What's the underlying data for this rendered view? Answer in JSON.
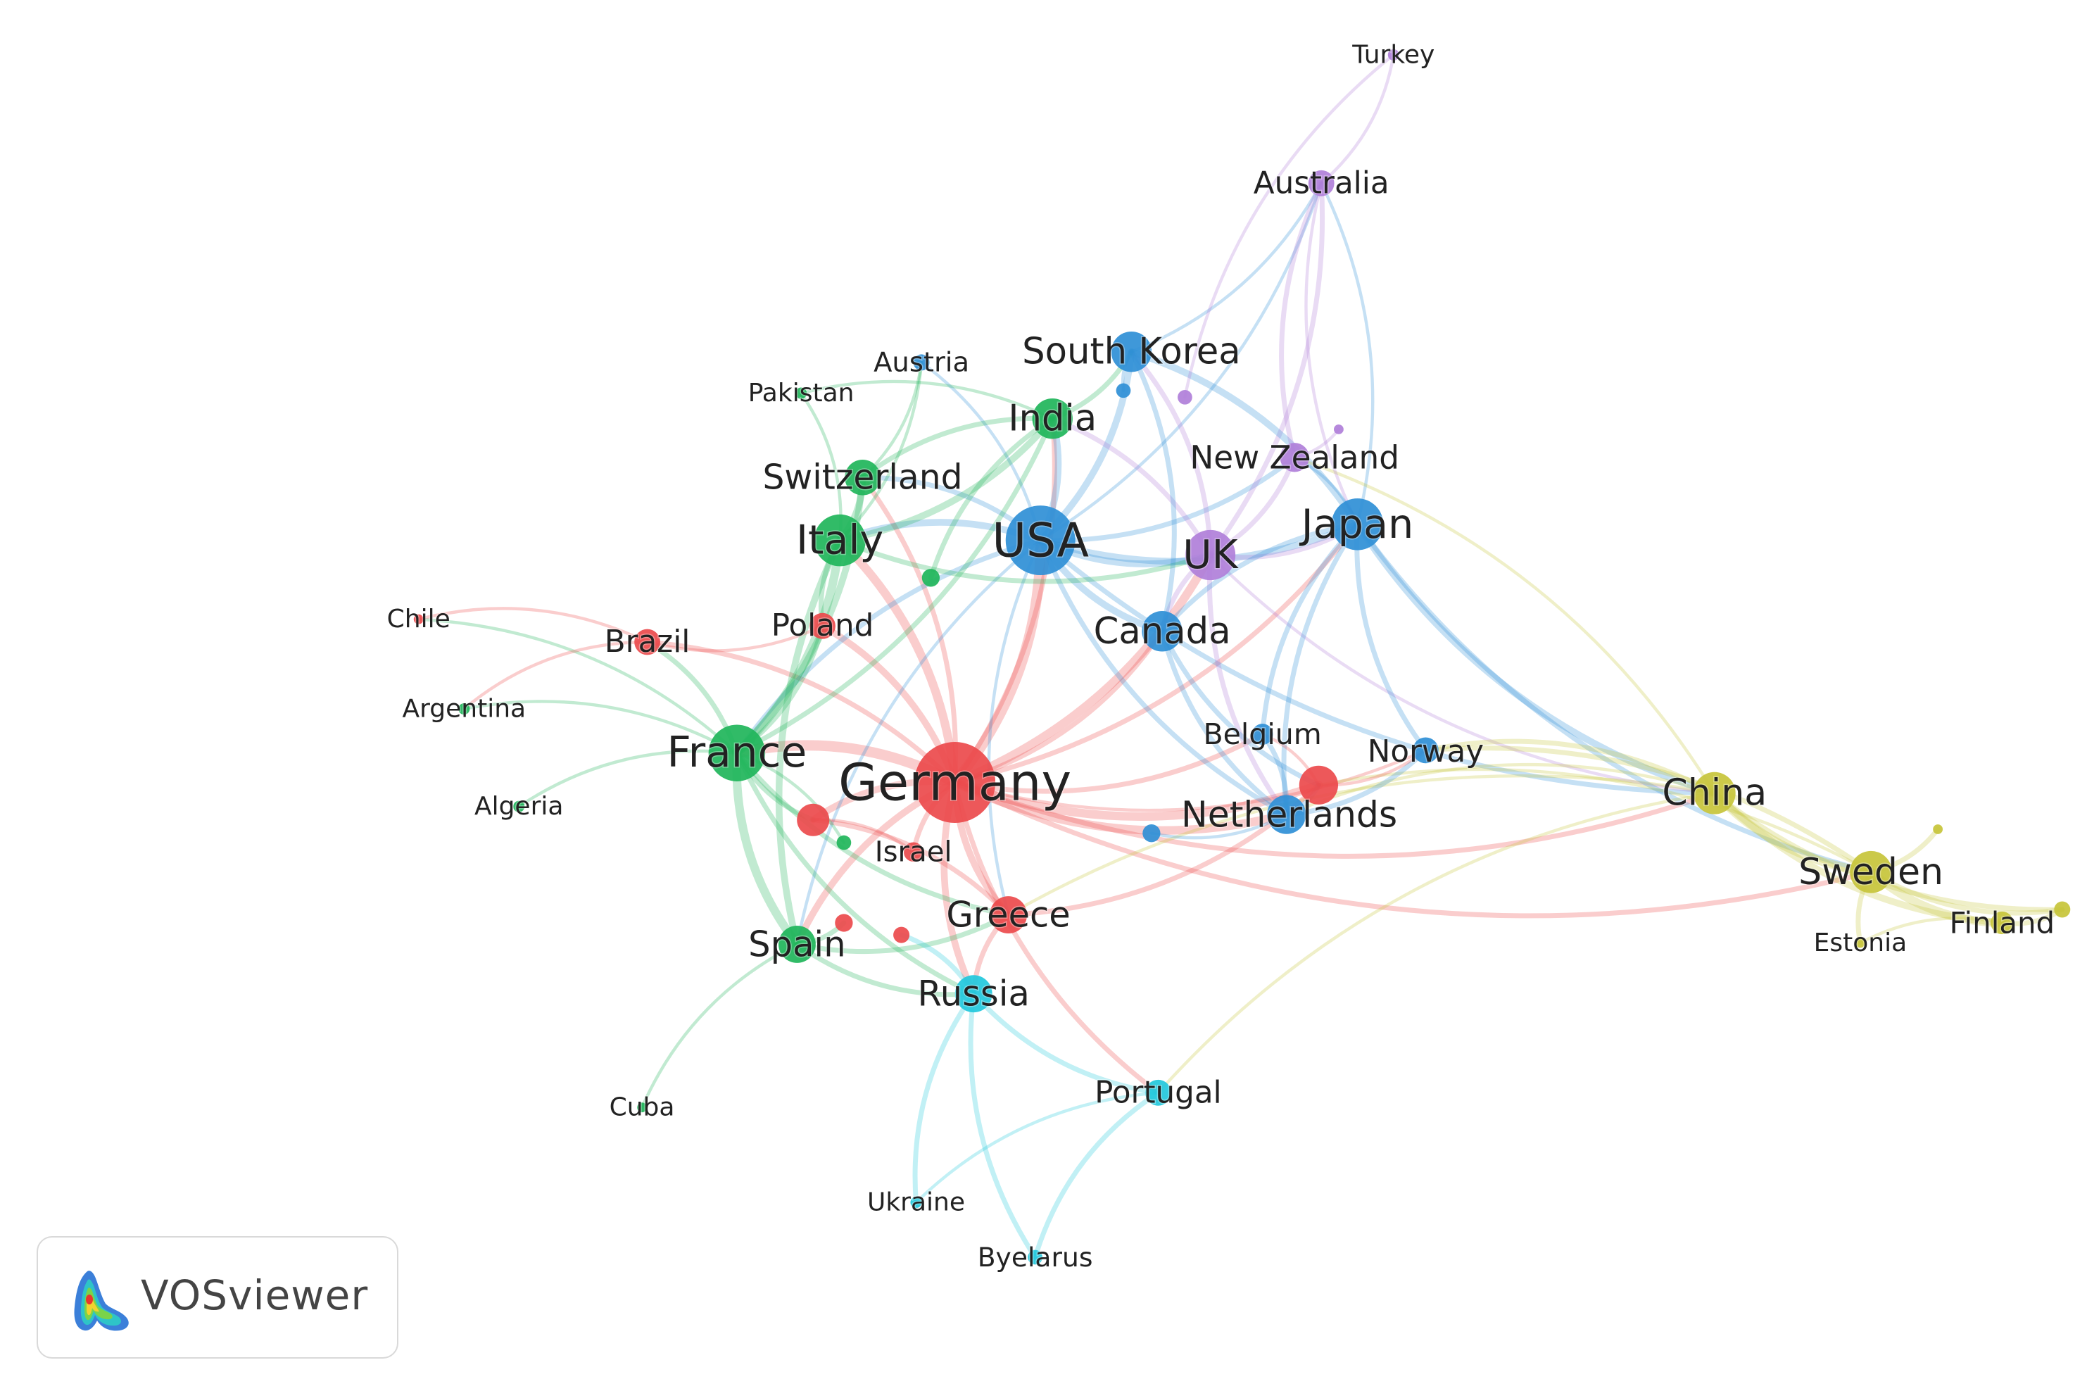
{
  "branding": {
    "label": "VOSviewer"
  },
  "colors": {
    "red": "#ec4a4c",
    "green": "#1fb55a",
    "blue": "#2f8fd6",
    "purple": "#b07fd9",
    "cyan": "#22c8dc",
    "yellow": "#c7c43a"
  },
  "nodes": [
    {
      "id": "germany",
      "label": "Germany",
      "cluster": "red",
      "size": 5
    },
    {
      "id": "usa",
      "label": "USA",
      "cluster": "blue",
      "size": 4.3
    },
    {
      "id": "france",
      "label": "France",
      "cluster": "green",
      "size": 3.5
    },
    {
      "id": "italy",
      "label": "Italy",
      "cluster": "green",
      "size": 3.2
    },
    {
      "id": "uk",
      "label": "UK",
      "cluster": "purple",
      "size": 3.1
    },
    {
      "id": "japan",
      "label": "Japan",
      "cluster": "blue",
      "size": 3.2
    },
    {
      "id": "china",
      "label": "China",
      "cluster": "yellow",
      "size": 2.6
    },
    {
      "id": "sweden",
      "label": "Sweden",
      "cluster": "yellow",
      "size": 2.6
    },
    {
      "id": "netherlands",
      "label": "Netherlands",
      "cluster": "blue",
      "size": 2.4
    },
    {
      "id": "canada",
      "label": "Canada",
      "cluster": "blue",
      "size": 2.5
    },
    {
      "id": "india",
      "label": "India",
      "cluster": "green",
      "size": 2.5
    },
    {
      "id": "south-korea",
      "label": "South Korea",
      "cluster": "blue",
      "size": 2.5
    },
    {
      "id": "switzerland",
      "label": "Switzerland",
      "cluster": "green",
      "size": 2.2
    },
    {
      "id": "spain",
      "label": "Spain",
      "cluster": "green",
      "size": 2.3
    },
    {
      "id": "greece",
      "label": "Greece",
      "cluster": "red",
      "size": 2.3
    },
    {
      "id": "russia",
      "label": "Russia",
      "cluster": "cyan",
      "size": 2.3
    },
    {
      "id": "portugal",
      "label": "Portugal",
      "cluster": "cyan",
      "size": 1.6
    },
    {
      "id": "poland",
      "label": "Poland",
      "cluster": "red",
      "size": 1.6
    },
    {
      "id": "brazil",
      "label": "Brazil",
      "cluster": "red",
      "size": 1.6
    },
    {
      "id": "new-zealand",
      "label": "New Zealand",
      "cluster": "purple",
      "size": 1.8
    },
    {
      "id": "australia",
      "label": "Australia",
      "cluster": "purple",
      "size": 1.6
    },
    {
      "id": "belgium",
      "label": "Belgium",
      "cluster": "blue",
      "size": 1.3
    },
    {
      "id": "norway",
      "label": "Norway",
      "cluster": "blue",
      "size": 1.6
    },
    {
      "id": "israel",
      "label": "Israel",
      "cluster": "red",
      "size": 1.2
    },
    {
      "id": "finland",
      "label": "Finland",
      "cluster": "yellow",
      "size": 1.4
    },
    {
      "id": "estonia",
      "label": "Estonia",
      "cluster": "yellow",
      "size": 0.6
    },
    {
      "id": "austria",
      "label": "Austria",
      "cluster": "blue",
      "size": 1.0
    },
    {
      "id": "pakistan",
      "label": "Pakistan",
      "cluster": "green",
      "size": 0.7
    },
    {
      "id": "chile",
      "label": "Chile",
      "cluster": "red",
      "size": 0.6
    },
    {
      "id": "argentina",
      "label": "Argentina",
      "cluster": "green",
      "size": 0.7
    },
    {
      "id": "algeria",
      "label": "Algeria",
      "cluster": "green",
      "size": 0.7
    },
    {
      "id": "cuba",
      "label": "Cuba",
      "cluster": "green",
      "size": 0.6
    },
    {
      "id": "ukraine",
      "label": "Ukraine",
      "cluster": "cyan",
      "size": 0.7
    },
    {
      "id": "byelarus",
      "label": "Byelarus",
      "cluster": "cyan",
      "size": 0.9
    },
    {
      "id": "turkey",
      "label": "Turkey",
      "cluster": "purple",
      "size": 0.7
    },
    {
      "id": "red-unlabeled-1",
      "label": "",
      "cluster": "red",
      "size": 2.4
    },
    {
      "id": "red-unlabeled-2",
      "label": "",
      "cluster": "red",
      "size": 2.0
    },
    {
      "id": "red-unlabeled-3",
      "label": "",
      "cluster": "red",
      "size": 1.1
    },
    {
      "id": "red-unlabeled-4",
      "label": "",
      "cluster": "red",
      "size": 1.0
    },
    {
      "id": "green-unlabeled-1",
      "label": "",
      "cluster": "green",
      "size": 1.1
    },
    {
      "id": "green-unlabeled-2",
      "label": "",
      "cluster": "green",
      "size": 0.9
    },
    {
      "id": "blue-unlabeled-1",
      "label": "",
      "cluster": "blue",
      "size": 1.1
    },
    {
      "id": "blue-unlabeled-2",
      "label": "",
      "cluster": "blue",
      "size": 0.9
    },
    {
      "id": "purple-unlabeled-1",
      "label": "",
      "cluster": "purple",
      "size": 0.9
    },
    {
      "id": "purple-unlabeled-2",
      "label": "",
      "cluster": "purple",
      "size": 0.6
    },
    {
      "id": "yellow-unlabeled-1",
      "label": "",
      "cluster": "yellow",
      "size": 0.6
    },
    {
      "id": "yellow-unlabeled-2",
      "label": "",
      "cluster": "yellow",
      "size": 1.0
    }
  ],
  "links": [
    [
      "germany",
      "usa",
      5
    ],
    [
      "germany",
      "france",
      5
    ],
    [
      "germany",
      "italy",
      4
    ],
    [
      "germany",
      "uk",
      4
    ],
    [
      "germany",
      "netherlands",
      4
    ],
    [
      "germany",
      "red-unlabeled-1",
      4
    ],
    [
      "germany",
      "spain",
      3
    ],
    [
      "germany",
      "greece",
      3
    ],
    [
      "germany",
      "russia",
      3
    ],
    [
      "germany",
      "poland",
      3
    ],
    [
      "germany",
      "china",
      2
    ],
    [
      "germany",
      "sweden",
      2
    ],
    [
      "germany",
      "japan",
      2
    ],
    [
      "germany",
      "canada",
      2
    ],
    [
      "germany",
      "switzerland",
      2
    ],
    [
      "germany",
      "india",
      2
    ],
    [
      "germany",
      "portugal",
      2
    ],
    [
      "germany",
      "brazil",
      2
    ],
    [
      "germany",
      "belgium",
      2
    ],
    [
      "germany",
      "israel",
      2
    ],
    [
      "germany",
      "red-unlabeled-2",
      3
    ],
    [
      "germany",
      "norway",
      1
    ],
    [
      "usa",
      "uk",
      3
    ],
    [
      "usa",
      "japan",
      3
    ],
    [
      "usa",
      "south-korea",
      3
    ],
    [
      "usa",
      "canada",
      3
    ],
    [
      "usa",
      "india",
      3
    ],
    [
      "usa",
      "italy",
      3
    ],
    [
      "usa",
      "france",
      2
    ],
    [
      "usa",
      "china",
      2
    ],
    [
      "usa",
      "netherlands",
      2
    ],
    [
      "usa",
      "switzerland",
      2
    ],
    [
      "usa",
      "new-zealand",
      2
    ],
    [
      "usa",
      "australia",
      1
    ],
    [
      "usa",
      "spain",
      1
    ],
    [
      "usa",
      "greece",
      1
    ],
    [
      "usa",
      "austria",
      1
    ],
    [
      "france",
      "italy",
      4
    ],
    [
      "france",
      "spain",
      4
    ],
    [
      "france",
      "switzerland",
      3
    ],
    [
      "france",
      "india",
      2
    ],
    [
      "france",
      "brazil",
      2
    ],
    [
      "france",
      "algeria",
      1
    ],
    [
      "france",
      "argentina",
      1
    ],
    [
      "france",
      "poland",
      2
    ],
    [
      "france",
      "red-unlabeled-2",
      2
    ],
    [
      "france",
      "greece",
      2
    ],
    [
      "france",
      "russia",
      2
    ],
    [
      "france",
      "chile",
      1
    ],
    [
      "italy",
      "spain",
      3
    ],
    [
      "italy",
      "switzerland",
      3
    ],
    [
      "italy",
      "india",
      3
    ],
    [
      "italy",
      "poland",
      2
    ],
    [
      "italy",
      "uk",
      2
    ],
    [
      "italy",
      "pakistan",
      1
    ],
    [
      "italy",
      "austria",
      1
    ],
    [
      "uk",
      "japan",
      2
    ],
    [
      "uk",
      "canada",
      2
    ],
    [
      "uk",
      "new-zealand",
      2
    ],
    [
      "uk",
      "australia",
      2
    ],
    [
      "uk",
      "south-korea",
      2
    ],
    [
      "uk",
      "netherlands",
      2
    ],
    [
      "uk",
      "china",
      1
    ],
    [
      "uk",
      "india",
      2
    ],
    [
      "japan",
      "south-korea",
      3
    ],
    [
      "japan",
      "canada",
      2
    ],
    [
      "japan",
      "china",
      3
    ],
    [
      "japan",
      "norway",
      2
    ],
    [
      "japan",
      "netherlands",
      2
    ],
    [
      "japan",
      "sweden",
      2
    ],
    [
      "japan",
      "belgium",
      2
    ],
    [
      "japan",
      "new-zealand",
      1
    ],
    [
      "japan",
      "australia",
      1
    ],
    [
      "china",
      "sweden",
      4
    ],
    [
      "china",
      "finland",
      3
    ],
    [
      "china",
      "yellow-unlabeled-2",
      2
    ],
    [
      "china",
      "netherlands",
      1
    ],
    [
      "china",
      "norway",
      2
    ],
    [
      "china",
      "greece",
      1
    ],
    [
      "china",
      "new-zealand",
      1
    ],
    [
      "china",
      "portugal",
      1
    ],
    [
      "sweden",
      "finland",
      4
    ],
    [
      "sweden",
      "estonia",
      2
    ],
    [
      "sweden",
      "yellow-unlabeled-1",
      2
    ],
    [
      "sweden",
      "yellow-unlabeled-2",
      2
    ],
    [
      "sweden",
      "red-unlabeled-1",
      1
    ],
    [
      "sweden",
      "norway",
      2
    ],
    [
      "finland",
      "yellow-unlabeled-2",
      2
    ],
    [
      "finland",
      "estonia",
      1
    ],
    [
      "netherlands",
      "belgium",
      2
    ],
    [
      "netherlands",
      "red-unlabeled-1",
      2
    ],
    [
      "netherlands",
      "norway",
      2
    ],
    [
      "canada",
      "south-korea",
      2
    ],
    [
      "canada",
      "netherlands",
      2
    ],
    [
      "canada",
      "red-unlabeled-1",
      2
    ],
    [
      "india",
      "south-korea",
      2
    ],
    [
      "india",
      "switzerland",
      2
    ],
    [
      "india",
      "pakistan",
      1
    ],
    [
      "india",
      "green-unlabeled-1",
      2
    ],
    [
      "south-korea",
      "blue-unlabeled-2",
      1
    ],
    [
      "south-korea",
      "australia",
      1
    ],
    [
      "spain",
      "greece",
      2
    ],
    [
      "spain",
      "russia",
      2
    ],
    [
      "spain",
      "cuba",
      1
    ],
    [
      "spain",
      "red-unlabeled-3",
      2
    ],
    [
      "greece",
      "russia",
      2
    ],
    [
      "greece",
      "red-unlabeled-2",
      2
    ],
    [
      "greece",
      "red-unlabeled-1",
      2
    ],
    [
      "russia",
      "portugal",
      2
    ],
    [
      "russia",
      "ukraine",
      2
    ],
    [
      "russia",
      "byelarus",
      2
    ],
    [
      "russia",
      "red-unlabeled-4",
      2
    ],
    [
      "portugal",
      "byelarus",
      2
    ],
    [
      "portugal",
      "ukraine",
      1
    ],
    [
      "brazil",
      "chile",
      1
    ],
    [
      "brazil",
      "argentina",
      1
    ],
    [
      "brazil",
      "poland",
      1
    ],
    [
      "australia",
      "turkey",
      1
    ],
    [
      "australia",
      "new-zealand",
      2
    ],
    [
      "australia",
      "japan",
      1
    ],
    [
      "turkey",
      "purple-unlabeled-1",
      1
    ],
    [
      "new-zealand",
      "purple-unlabeled-2",
      1
    ],
    [
      "red-unlabeled-1",
      "norway",
      1
    ],
    [
      "red-unlabeled-1",
      "belgium",
      1
    ],
    [
      "israel",
      "red-unlabeled-2",
      1
    ],
    [
      "green-unlabeled-2",
      "france",
      1
    ],
    [
      "blue-unlabeled-1",
      "netherlands",
      1
    ],
    [
      "switzerland",
      "austria",
      1
    ]
  ]
}
